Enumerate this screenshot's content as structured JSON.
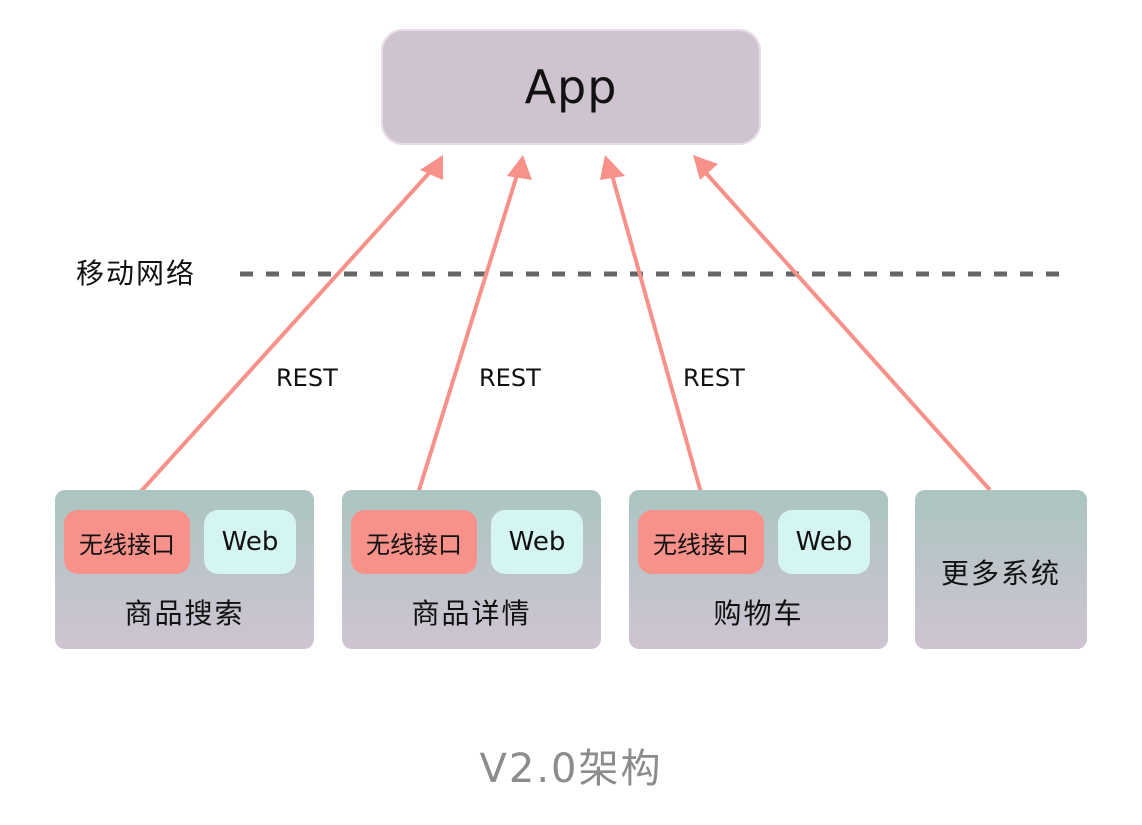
{
  "app": {
    "label": "App"
  },
  "network": {
    "label": "移动网络"
  },
  "connections": [
    {
      "from": "商品搜索",
      "to": "App",
      "label": "REST"
    },
    {
      "from": "商品详情",
      "to": "App",
      "label": "REST"
    },
    {
      "from": "购物车",
      "to": "App",
      "label": "REST"
    },
    {
      "from": "更多系统",
      "to": "App",
      "label": ""
    }
  ],
  "systems": [
    {
      "name": "商品搜索",
      "wireless": "无线接口",
      "web": "Web"
    },
    {
      "name": "商品详情",
      "wireless": "无线接口",
      "web": "Web"
    },
    {
      "name": "购物车",
      "wireless": "无线接口",
      "web": "Web"
    },
    {
      "name": "更多系统"
    }
  ],
  "caption": "V2.0架构",
  "colors": {
    "app_box": "#d0c3d0",
    "arrow": "#f7918a",
    "wireless": "#f7918a",
    "web": "#d4f5f2",
    "system_top": "#abc5c1",
    "system_bottom": "#cfc4d2",
    "network_line": "#666666",
    "caption": "#8c8c8c"
  }
}
